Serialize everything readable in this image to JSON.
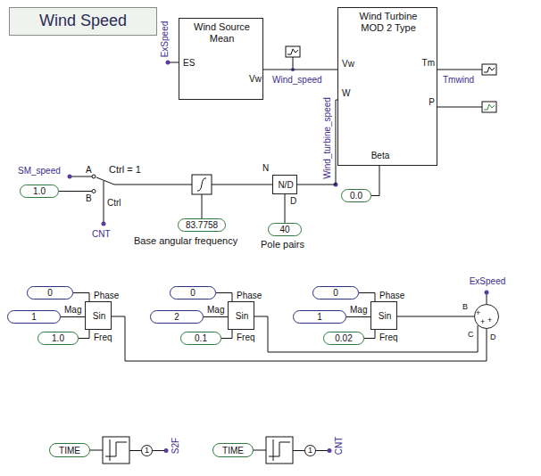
{
  "diagram": {
    "nodes": [
      {
        "text": [
          "Wind Speed"
        ]
      },
      {
        "text": [
          "Wind Source Mean",
          "ES",
          "Vw"
        ]
      },
      {
        "text": [
          "Wind Turbine MOD 2 Type",
          "Vw",
          "W",
          "Beta",
          "Tm",
          "P"
        ]
      },
      {
        "text": [
          "1.0"
        ]
      },
      {
        "text": [
          "83.7758"
        ]
      },
      {
        "text": [
          "N/D",
          "N",
          "D"
        ]
      },
      {
        "text": [
          "40"
        ]
      },
      {
        "text": [
          "0.0"
        ]
      },
      {
        "text": [
          "0"
        ]
      },
      {
        "text": [
          "1"
        ]
      },
      {
        "text": [
          "1.0"
        ]
      },
      {
        "text": [
          "Sin",
          "Phase",
          "Mag",
          "Freq"
        ]
      },
      {
        "text": [
          "0"
        ]
      },
      {
        "text": [
          "2"
        ]
      },
      {
        "text": [
          "0.1"
        ]
      },
      {
        "text": [
          "Sin",
          "Phase",
          "Mag",
          "Freq"
        ]
      },
      {
        "text": [
          "0"
        ]
      },
      {
        "text": [
          "1"
        ]
      },
      {
        "text": [
          "0.02"
        ]
      },
      {
        "text": [
          "Sin",
          "Phase",
          "Mag",
          "Freq"
        ]
      },
      {
        "text": [
          "ExSpeed"
        ]
      },
      {
        "text": [
          "TIME"
        ]
      },
      {
        "text": [
          "1"
        ]
      },
      {
        "text": [
          "TIME"
        ]
      },
      {
        "text": [
          "1"
        ]
      }
    ],
    "edges": [
      {
        "from": 1,
        "to": 2,
        "arrow": "none"
      },
      {
        "from": 6,
        "to": 5,
        "arrow": "none"
      },
      {
        "from": 5,
        "to": 2,
        "arrow": "none"
      },
      {
        "from": 7,
        "to": 2,
        "arrow": "none"
      },
      {
        "from": 8,
        "to": 11,
        "arrow": "none"
      },
      {
        "from": 9,
        "to": 11,
        "arrow": "none"
      },
      {
        "from": 10,
        "to": 11,
        "arrow": "none"
      },
      {
        "from": 12,
        "to": 15,
        "arrow": "none"
      },
      {
        "from": 13,
        "to": 15,
        "arrow": "none"
      },
      {
        "from": 14,
        "to": 15,
        "arrow": "none"
      },
      {
        "from": 16,
        "to": 19,
        "arrow": "none"
      },
      {
        "from": 17,
        "to": 19,
        "arrow": "none"
      },
      {
        "from": 18,
        "to": 19,
        "arrow": "none"
      },
      {
        "from": 19,
        "to": 20,
        "arrow": "none"
      },
      {
        "from": 15,
        "to": 20,
        "arrow": "none"
      },
      {
        "from": 11,
        "to": 20,
        "arrow": "none"
      }
    ],
    "labels": [
      "ExSpeed",
      "Wind_speed",
      "Tmwind",
      "SM_speed",
      "A",
      "B",
      "Ctrl = 1",
      "Ctrl",
      "CNT",
      "Base angular frequency",
      "Pole pairs",
      "Wind_turbine_speed",
      "B",
      "C",
      "D",
      "+",
      "+",
      "+",
      "S2F",
      "CNT"
    ]
  }
}
